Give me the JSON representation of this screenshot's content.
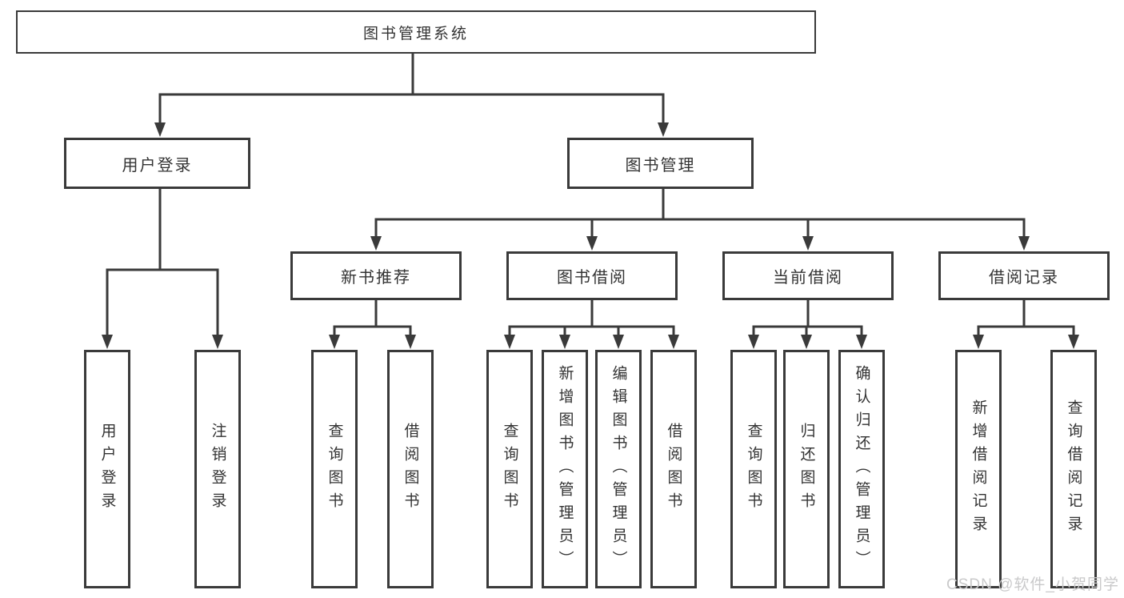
{
  "diagram": {
    "title": "图书管理系统",
    "level2": {
      "login": "用户登录",
      "manage": "图书管理"
    },
    "level3": {
      "new_book": "新书推荐",
      "book_borrow": "图书借阅",
      "current_borrow": "当前借阅",
      "borrow_record": "借阅记录"
    },
    "leaves": {
      "login": [
        "用户登录",
        "注销登录"
      ],
      "new_book": [
        "查询图书",
        "借阅图书"
      ],
      "book_borrow": [
        "查询图书",
        "新增图书（管理员）",
        "编辑图书（管理员）",
        "借阅图书"
      ],
      "current_borrow": [
        "查询图书",
        "归还图书",
        "确认归还（管理员）"
      ],
      "borrow_record": [
        "新增借阅记录",
        "查询借阅记录"
      ]
    },
    "watermark": "CSDN @软件_小贺同学"
  },
  "colors": {
    "line": "#3a3a3a",
    "text": "#333333",
    "watermark": "#c9c9ca",
    "background": "#ffffff"
  }
}
